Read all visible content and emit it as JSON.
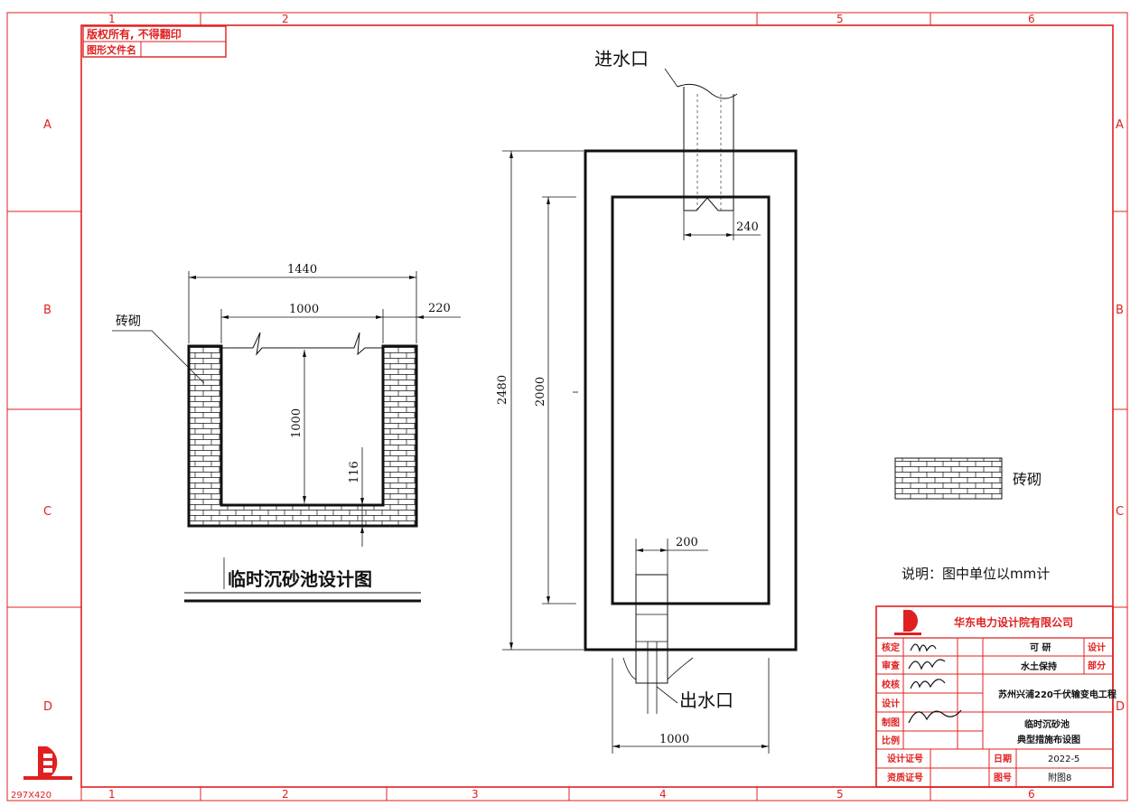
{
  "frame": {
    "top_columns": [
      "1",
      "2",
      "5",
      "6"
    ],
    "bottom_columns": [
      "1",
      "2",
      "3",
      "4",
      "5",
      "6"
    ],
    "rows": [
      "A",
      "B",
      "C",
      "D"
    ],
    "paper_size": "297X420"
  },
  "stamp": {
    "copyright": "版权所有,  不得翻印",
    "file_name_label": "图形文件名"
  },
  "section_view": {
    "label_brick": "砖砌",
    "dim_outer_width": "1440",
    "dim_inner_width": "1000",
    "dim_wall": "220",
    "dim_depth": "1000",
    "dim_bottom": "116",
    "title": "临时沉砂池设计图"
  },
  "plan_view": {
    "inlet_label": "进水口",
    "outlet_label": "出水口",
    "dim_outer_height": "2480",
    "dim_inner_height": "2000",
    "dim_inlet_width": "240",
    "dim_outlet_width": "200",
    "dim_outer_width": "1000"
  },
  "legend": {
    "brick_label": "砖砌",
    "note": "说明：图中单位以mm计"
  },
  "title_block": {
    "company": "华东电力设计院有限公司",
    "roles": [
      "核定",
      "审查",
      "校核",
      "设计",
      "制图",
      "比例"
    ],
    "stage": "可 研",
    "stage_tag": "设计",
    "discipline": "水土保持",
    "discipline_tag": "部分",
    "project": "苏州兴浦220千伏输变电工程",
    "drawing_name_1": "临时沉砂池",
    "drawing_name_2": "典型措施布设图",
    "cert_label": "设计证号",
    "qual_label": "资质证号",
    "date_label": "日期",
    "date_value": "2022-5",
    "drawing_no_label": "图号",
    "drawing_no_value": "附图8"
  },
  "colors": {
    "frame": "#e02020",
    "drawing": "#111111"
  }
}
